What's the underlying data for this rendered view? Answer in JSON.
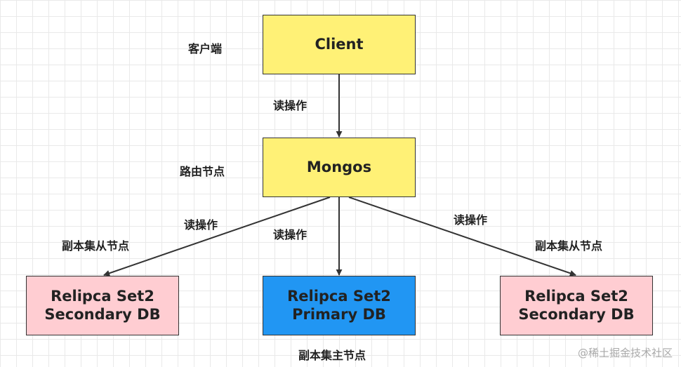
{
  "colors": {
    "yellow_node": "#fff176",
    "pink_node": "#ffcdd2",
    "blue_node": "#2196f3",
    "edge": "#333333"
  },
  "nodes": {
    "client": {
      "lines": [
        "Client"
      ]
    },
    "mongos": {
      "lines": [
        "Mongos"
      ]
    },
    "secondary_left": {
      "lines": [
        "Relipca Set2",
        "Secondary DB"
      ]
    },
    "primary": {
      "lines": [
        "Relipca Set2",
        "Primary DB"
      ]
    },
    "secondary_right": {
      "lines": [
        "Relipca Set2",
        "Secondary DB"
      ]
    }
  },
  "labels": {
    "client_role": "客户端",
    "read_client_to_mongos": "读操作",
    "mongos_role": "路由节点",
    "read_to_left": "读操作",
    "read_to_primary": "读操作",
    "read_to_right": "读操作",
    "secondary_left_role": "副本集从节点",
    "secondary_right_role": "副本集从节点",
    "primary_role": "副本集主节点"
  },
  "watermark": "@稀土掘金技术社区"
}
